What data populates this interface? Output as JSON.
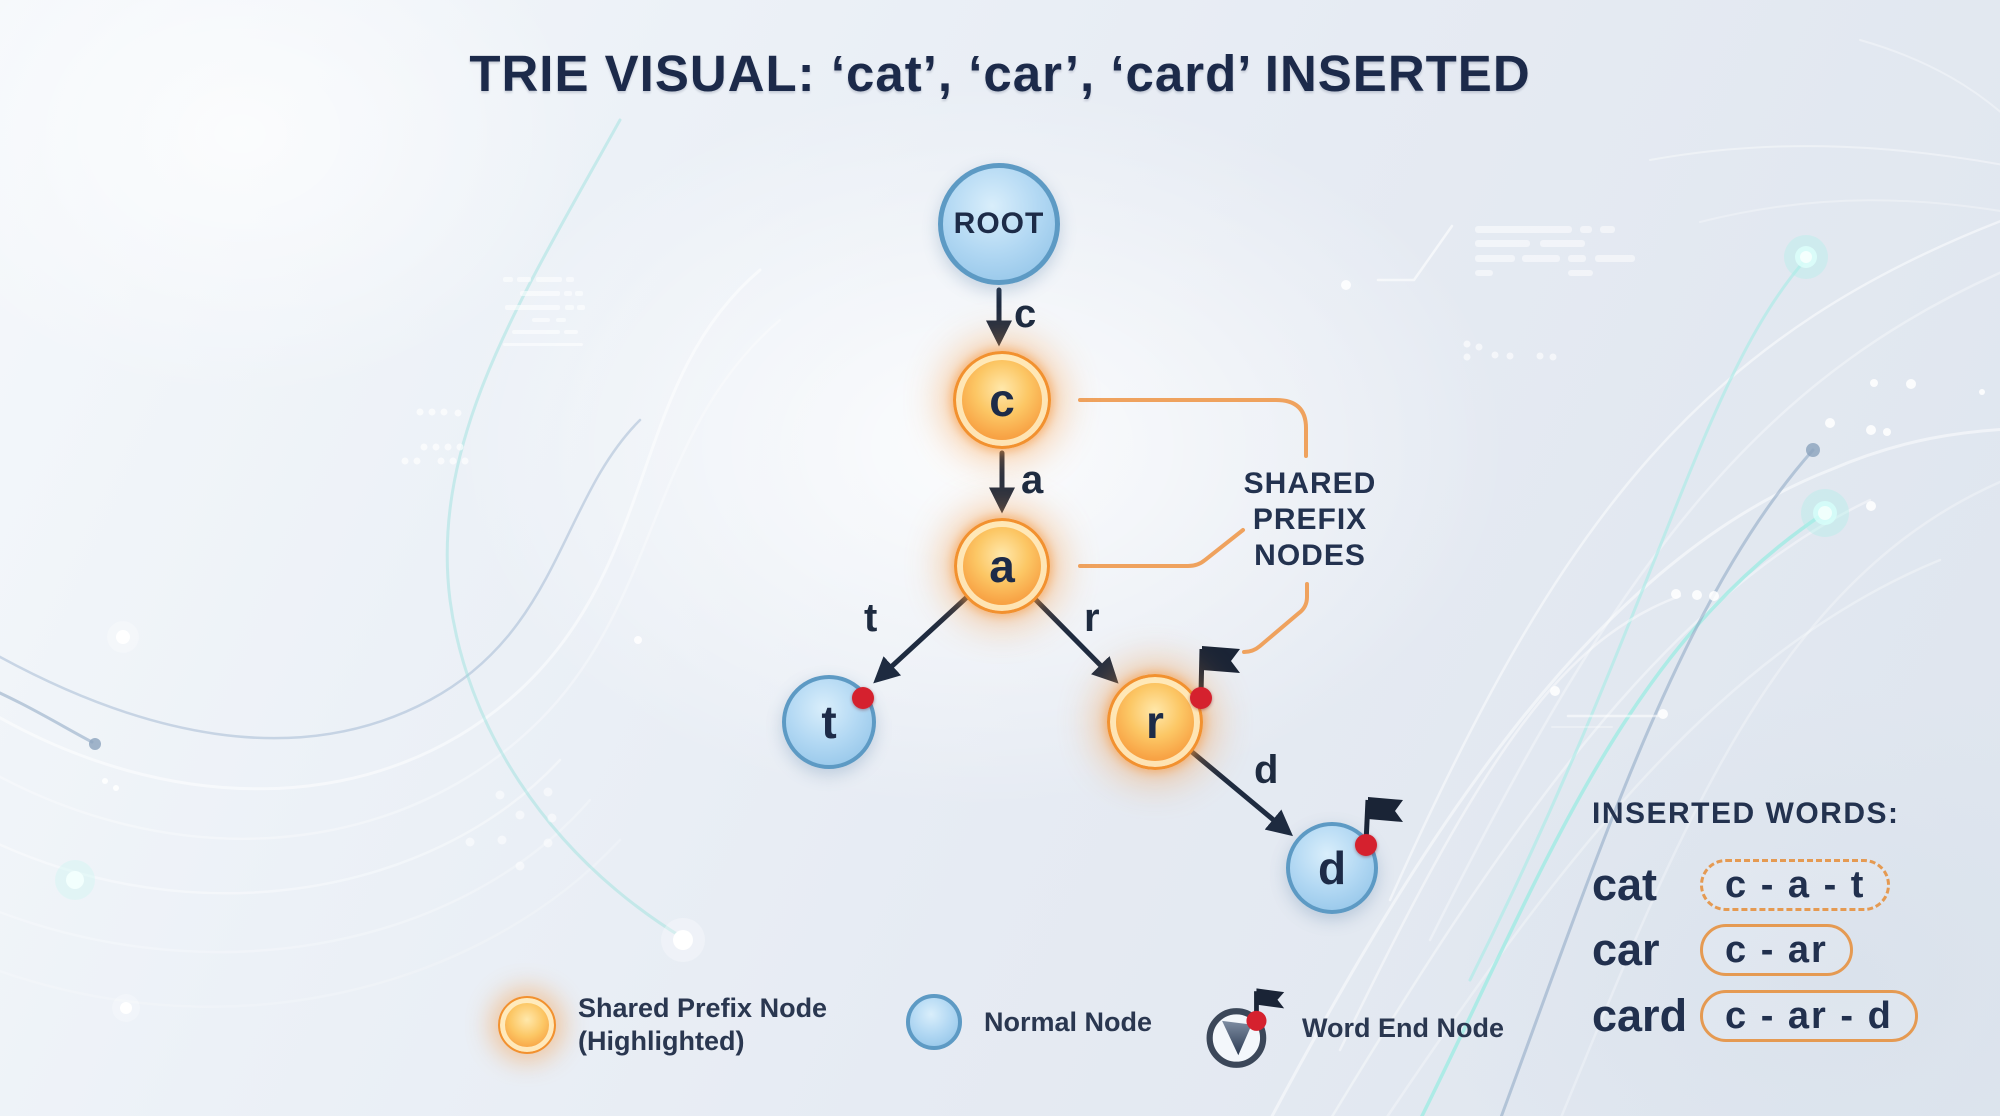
{
  "title": "TRIE VISUAL: ‘cat’, ‘car’, ‘card’ INSERTED",
  "tree": {
    "root_label": "ROOT",
    "nodes": {
      "c": "c",
      "a": "a",
      "t": "t",
      "r": "r",
      "d": "d"
    },
    "edge_labels": {
      "root_c": "c",
      "c_a": "a",
      "a_t": "t",
      "a_r": "r",
      "r_d": "d"
    }
  },
  "callout": {
    "line1": "SHARED",
    "line2": "PREFIX",
    "line3": "NODES"
  },
  "inserted": {
    "header": "INSERTED WORDS:",
    "rows": [
      {
        "word": "cat",
        "path": "c - a - t"
      },
      {
        "word": "car",
        "path": "c - ar"
      },
      {
        "word": "card",
        "path": "c - ar - d"
      }
    ]
  },
  "legend": {
    "items": [
      {
        "label": "Shared Prefix Node",
        "sublabel": "(Highlighted)"
      },
      {
        "label": "Normal Node"
      },
      {
        "label": "Word End Node"
      }
    ]
  },
  "colors": {
    "navy_text": "#1e2c49",
    "orange_node": "#f2953a",
    "orange_callout": "#efa25e",
    "blue_node": "#9ecbea",
    "red_dot": "#d5212e",
    "flag": "#1a2436"
  }
}
